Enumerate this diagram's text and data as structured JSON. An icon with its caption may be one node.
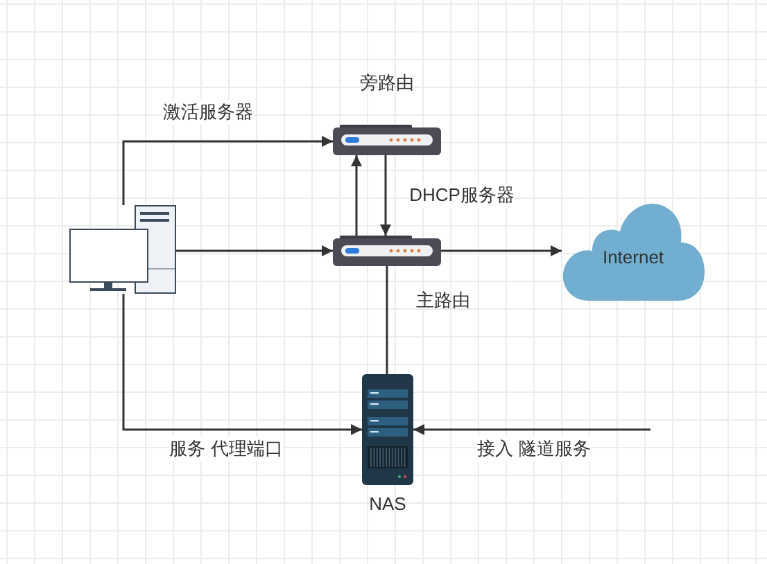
{
  "diagram": {
    "nodes": [
      {
        "text": [],
        "shape": "picture"
      },
      {
        "text": [
          "旁路由"
        ]
      },
      {
        "text": [],
        "shape": "picture",
        "beside": [
          "主路由"
        ]
      },
      {
        "text": [
          "Internet"
        ]
      },
      {
        "text": [
          "NAS"
        ]
      }
    ],
    "edges": [
      {
        "from": 0,
        "to": 1,
        "arrow": "to",
        "label": "激活服务器"
      },
      {
        "from": 0,
        "to": 2,
        "arrow": "to"
      },
      {
        "from": 2,
        "to": 1,
        "arrow": "to"
      },
      {
        "from": 1,
        "to": 2,
        "arrow": "to",
        "label": "DHCP服务器"
      },
      {
        "from": 2,
        "to": 3,
        "arrow": "to"
      },
      {
        "from": 2,
        "to": 4,
        "arrow": "none"
      },
      {
        "from": 0,
        "to": 4,
        "arrow": "to",
        "label": "服务 代理端口"
      },
      {
        "from": null,
        "to": 4,
        "arrow": "to",
        "label": "接入 隧道服务"
      }
    ]
  }
}
